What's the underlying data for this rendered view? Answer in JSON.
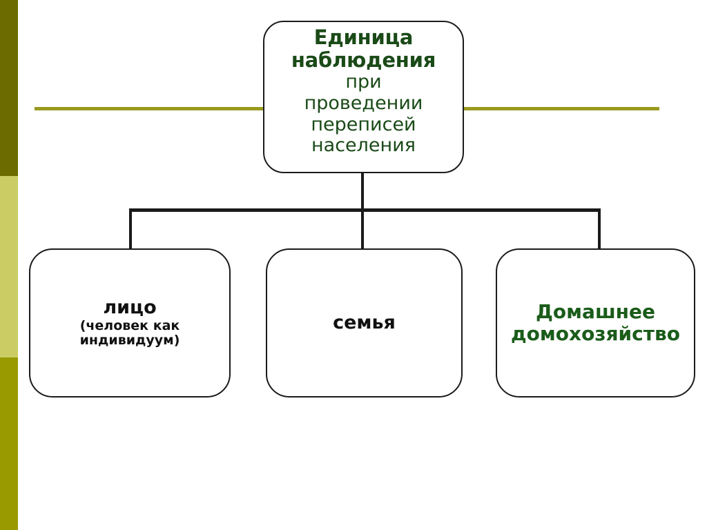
{
  "slide": {
    "background_color": "#ffffff",
    "accent_rule_color": "#9a9a20"
  },
  "sidebar": {
    "bands": [
      {
        "name": "dark-olive",
        "color": "#6b6b00"
      },
      {
        "name": "light-olive",
        "color": "#cbcd64"
      },
      {
        "name": "mid-olive",
        "color": "#999900"
      }
    ]
  },
  "diagram": {
    "type": "hierarchy",
    "root": {
      "id": "unit-of-observation",
      "emphasis_lines": [
        "Единица",
        "наблюдения"
      ],
      "detail_lines": [
        "при",
        "проведении",
        "переписей",
        "населения"
      ],
      "text_color": "#1a4a17",
      "border_color": "#1a1a1a"
    },
    "children": [
      {
        "id": "person",
        "title": "лицо",
        "subtitle_lines": [
          "(человек как",
          "индивидуум)"
        ],
        "text_color": "#111111"
      },
      {
        "id": "family",
        "title": "семья",
        "subtitle_lines": [],
        "text_color": "#111111"
      },
      {
        "id": "household",
        "title_lines": [
          "Домашнее",
          "домохозяйство"
        ],
        "text_color": "#1a5c1a"
      }
    ],
    "connector_color": "#1a1a1a"
  }
}
